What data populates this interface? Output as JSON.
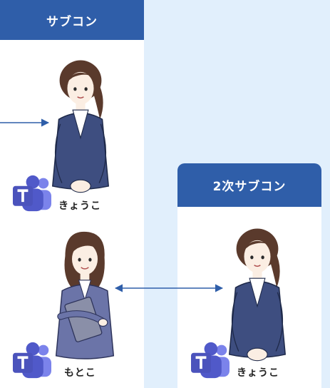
{
  "columns": {
    "subcon": {
      "title": "サブコン",
      "people": [
        {
          "name": "きょうこ",
          "app_icon": "teams-icon",
          "figure": "woman-hands-clasped"
        },
        {
          "name": "もとこ",
          "app_icon": "teams-icon",
          "figure": "woman-holding-folder"
        }
      ]
    },
    "second_subcon": {
      "title": "2次サブコン",
      "people": [
        {
          "name": "きょうこ",
          "app_icon": "teams-icon",
          "figure": "woman-hands-clasped"
        }
      ]
    }
  },
  "connectors": [
    {
      "from": "offscreen-left",
      "to": "subcon-kyouko",
      "style": "single-arrow"
    },
    {
      "from": "subcon-motoko",
      "to": "second-subcon-kyouko",
      "style": "double-arrow"
    }
  ],
  "colors": {
    "header_blue": "#2f5ea9",
    "column_bg": "#e1effc",
    "card_bg": "#ffffff",
    "suit": "#3e4e80",
    "suit_alt": "#6b74a8",
    "hair": "#5a3a2c",
    "arrow": "#2f5ea9",
    "teams_purple": "#5059c9"
  }
}
